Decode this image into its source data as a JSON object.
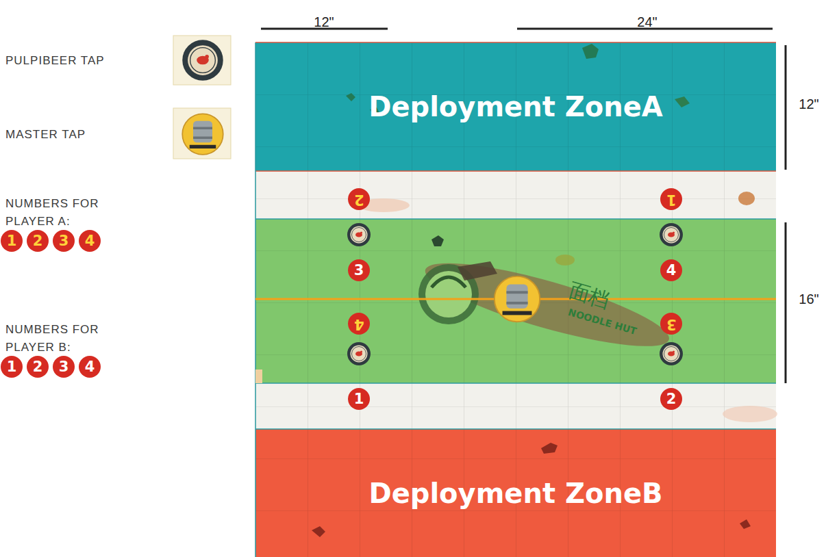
{
  "diagram": {
    "nodes": [
      {
        "text": [
          "1"
        ]
      },
      {
        "text": [
          "2"
        ]
      },
      {
        "text": [
          "3"
        ]
      },
      {
        "text": [
          "4"
        ]
      },
      {
        "text": [
          "1"
        ]
      },
      {
        "text": [
          "2"
        ]
      },
      {
        "text": [
          "3"
        ]
      },
      {
        "text": [
          "4"
        ]
      },
      {
        "text": [
          "Deployment ZoneA"
        ]
      },
      {
        "text": [
          "2"
        ]
      },
      {
        "text": [
          "1"
        ]
      },
      {
        "text": [
          "3"
        ]
      },
      {
        "text": [
          "4"
        ]
      },
      {
        "text": [
          "4"
        ]
      },
      {
        "text": [
          "3"
        ]
      },
      {
        "text": [
          "1"
        ]
      },
      {
        "text": [
          "2"
        ]
      },
      {
        "text": [
          "Deployment ZoneB"
        ]
      }
    ],
    "labels": [
      "12\"",
      "24\"",
      "12\"",
      "16\"",
      "面档",
      "NOODLE HUT"
    ],
    "legend": [
      {
        "text": "PULPIBEER TAP"
      },
      {
        "text": "MASTER TAP"
      },
      {
        "text": "NUMBERS FOR PLAYER A:"
      },
      {
        "text": "NUMBERS FOR PLAYER B:"
      }
    ]
  }
}
